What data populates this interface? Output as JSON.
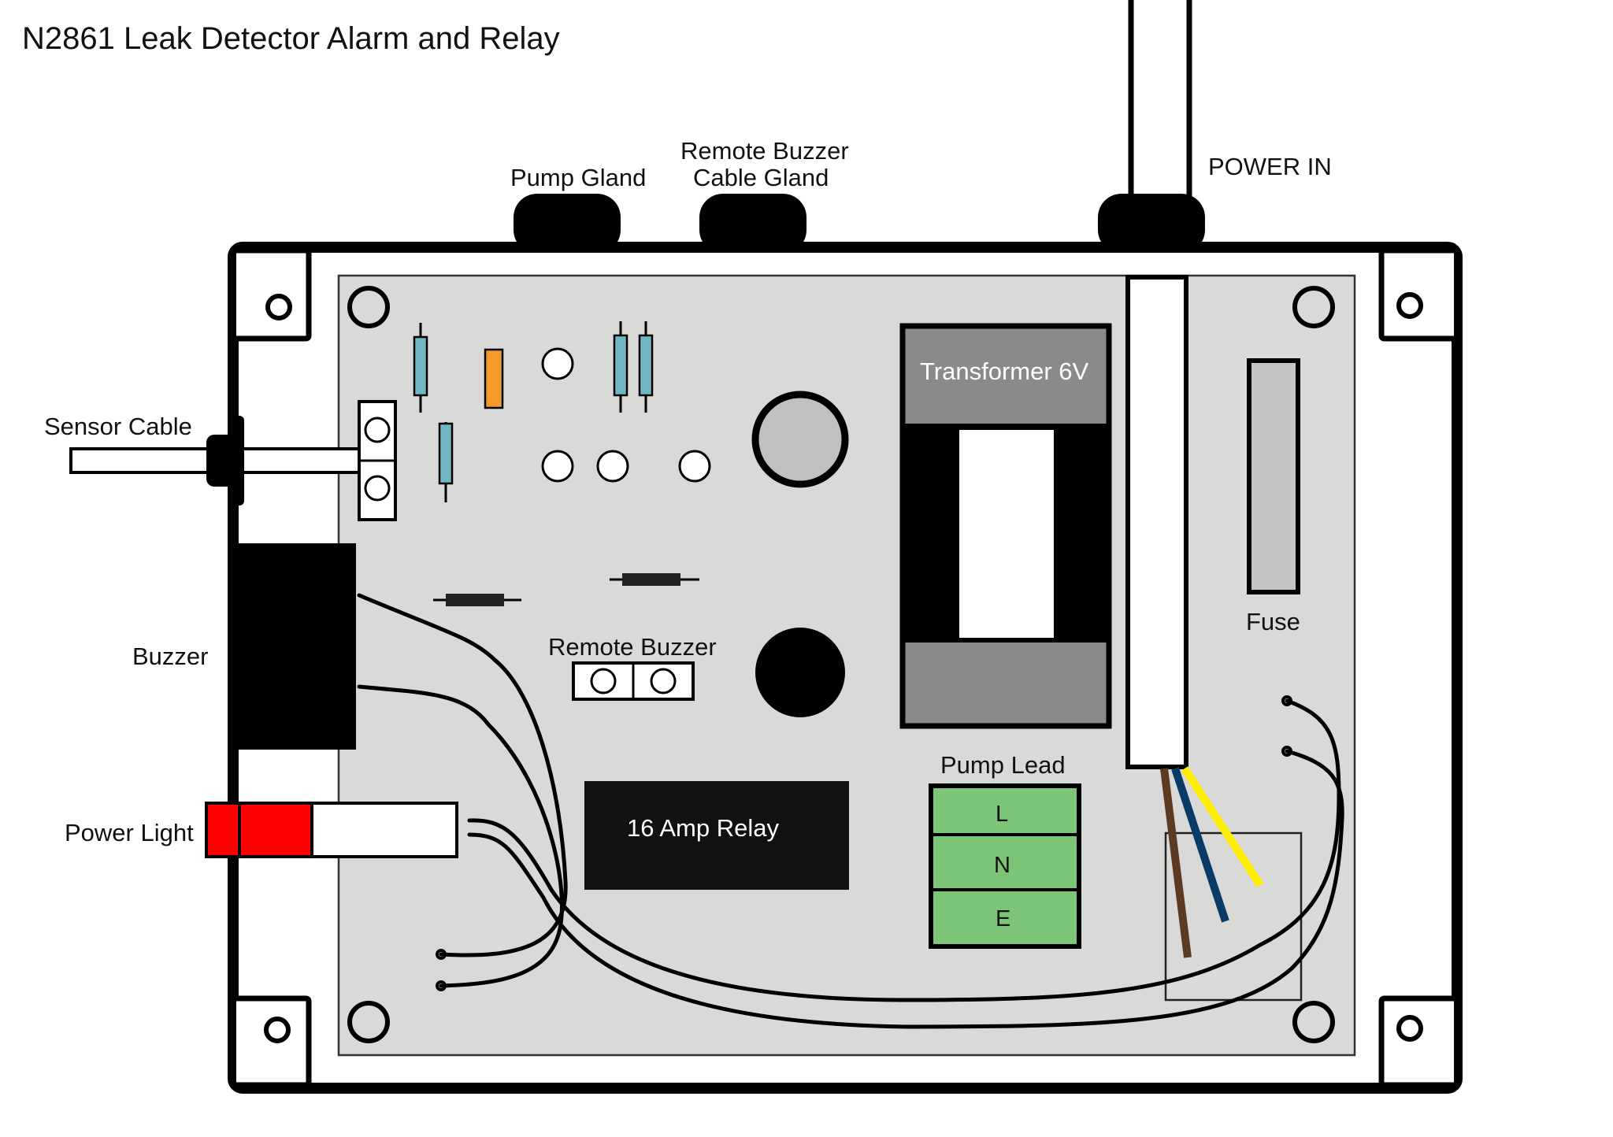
{
  "title": "N2861 Leak Detector Alarm and Relay",
  "labels": {
    "pump_gland": "Pump Gland",
    "remote_buzzer_gland_line1": "Remote Buzzer",
    "remote_buzzer_gland_line2": "Cable Gland",
    "power_in": "POWER IN",
    "sensor_cable": "Sensor Cable",
    "buzzer": "Buzzer",
    "power_light": "Power Light",
    "transformer": "Transformer 6V",
    "fuse": "Fuse",
    "remote_buzzer": "Remote Buzzer",
    "relay": "16 Amp Relay",
    "pump_lead": "Pump Lead",
    "terminal_l": "L",
    "terminal_n": "N",
    "terminal_e": "E"
  },
  "colors": {
    "board": "#d9d9d7",
    "enclosure_stroke": "#000000",
    "transformer_grey": "#8a8a8a",
    "fuse_grey": "#c4c4c4",
    "capacitor_grey": "#c0c0c0",
    "relay_black": "#111111",
    "resistor_blue": "#6fb8c4",
    "resistor_orange": "#f39a2a",
    "terminal_green": "#7cc576",
    "led_red": "#ff0000",
    "wire_brown": "#5c3b1e",
    "wire_blue": "#0a3a66",
    "wire_yellow": "#ffee00"
  }
}
